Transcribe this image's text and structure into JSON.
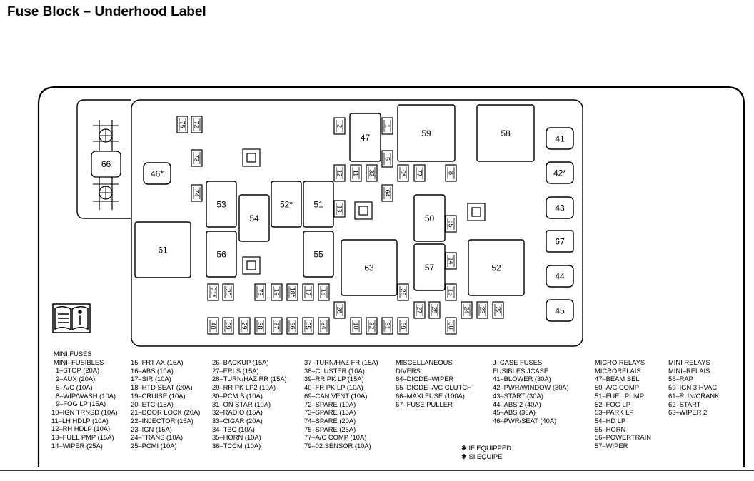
{
  "title": "Fuse Block – Underhood Label",
  "slots": {
    "s66": "66",
    "s46": "46*",
    "s75": "75",
    "s72": "72",
    "s73": "73",
    "s74": "74",
    "s2": "2",
    "s1": "1",
    "s5": "5",
    "s47": "47",
    "s59": "59",
    "s58": "58",
    "s12": "12",
    "s11": "11",
    "s33": "33",
    "s9": "9*",
    "s77": "77",
    "s8": "8",
    "s64": "64",
    "s41": "41",
    "s42": "42*",
    "s43": "43",
    "s67": "67",
    "s44": "44",
    "s45": "45",
    "s53": "53",
    "s54": "54",
    "s52a": "52*",
    "s51": "51",
    "s13": "13",
    "s50": "50",
    "s65": "65",
    "s61": "61",
    "s56": "56",
    "s55": "55",
    "s63": "63",
    "s57": "57",
    "s14": "14",
    "s52b": "52",
    "s21": "21*",
    "s20": "20",
    "s79": "79",
    "s19": "19",
    "s18": "18*",
    "s17": "17",
    "s16": "16",
    "s26": "26",
    "s15": "15",
    "s28": "28",
    "s27": "27",
    "s25": "25",
    "s24": "24",
    "s23": "23",
    "s22": "22",
    "s40": "40",
    "s39": "39",
    "s29": "29",
    "s38": "38",
    "s37": "37",
    "s36": "36",
    "s35": "35",
    "s34": "34",
    "s10": "10",
    "s32": "32",
    "s31": "31",
    "s69": "69",
    "s30": "30"
  },
  "legend": {
    "col1": [
      "MINI FUSES",
      "MINI–FUSIBLES",
      "1–STOP  (20A)",
      "2–AUX  (20A)",
      "5–A/C  (10A)",
      "8–WIP/WASH  (10A)",
      "9–FOG LP  (15A)",
      "10–IGN TRNSD  (10A)",
      "11–LH HDLP  (10A)",
      "12–RH HDLP  (10A)",
      "13–FUEL PMP  (15A)",
      "14–WIPER  (25A)"
    ],
    "col2": [
      "15–FRT AX  (15A)",
      "16–ABS  (10A)",
      "17–SIR  (10A)",
      "18–HTD SEAT  (20A)",
      "19–CRUISE  (10A)",
      "20–ETC  (15A)",
      "21–DOOR LOCK  (20A)",
      "22–INJECTOR  (15A)",
      "23–IGN  (15A)",
      "24–TRANS  (10A)",
      "25–PCMI  (10A)"
    ],
    "col3": [
      "26–BACKUP  (15A)",
      "27–ERLS  (15A)",
      "28–TURN/HAZ RR  (15A)",
      "29–RR PK LP2  (10A)",
      "30–PCM B  (10A)",
      "31–ON STAR  (10A)",
      "32–RADIO  (15A)",
      "33–CIGAR  (20A)",
      "34–TBC  (10A)",
      "35–HORN  (10A)",
      "36–TCCM  (10A)"
    ],
    "col4": [
      "37–TURN/HAZ FR  (15A)",
      "38–CLUSTER  (10A)",
      "39–RR PK LP  (15A)",
      "40–FR PK LP  (10A)",
      "69–CAN VENT  (10A)",
      "72–SPARE  (10A)",
      "73–SPARE  (15A)",
      "74–SPARE  (20A)",
      "75–SPARE  (25A)",
      "77–A/C COMP  (10A)",
      "79–02 SENSOR  (10A)"
    ],
    "col5": [
      "MISCELLANEOUS",
      "DIVERS",
      "64–DIODE–WIPER",
      "65–DIODE–A/C CLUTCH",
      "66–MAXI FUSE  (100A)",
      "67–FUSE PULLER"
    ],
    "col6": [
      "J–CASE FUSES",
      "FUSIBLES JCASE",
      "41–BLOWER  (30A)",
      "42–PWR/WINDOW  (30A)",
      "43–START  (30A)",
      "44–ABS 2  (40A)",
      "45–ABS  (30A)",
      "46–PWR/SEAT  (40A)"
    ],
    "col7": [
      "MICRO RELAYS",
      "MICRORELAIS",
      "47–BEAM SEL",
      "50–A/C COMP",
      "51–FUEL PUMP",
      "52–FOG LP",
      "53–PARK LP",
      "54–HD LP",
      "55–HORN",
      "56–POWERTRAIN",
      "57–WIPER"
    ],
    "col8": [
      "MINI RELAYS",
      "MINI–RELAIS",
      "58–RAP",
      "59–IGN 3 HVAC",
      "61–RUN/CRANK",
      "62–START",
      "63–WIPER 2"
    ],
    "note1": "✱ IF EQUIPPED",
    "note2": "✱ SI EQUIPE"
  }
}
